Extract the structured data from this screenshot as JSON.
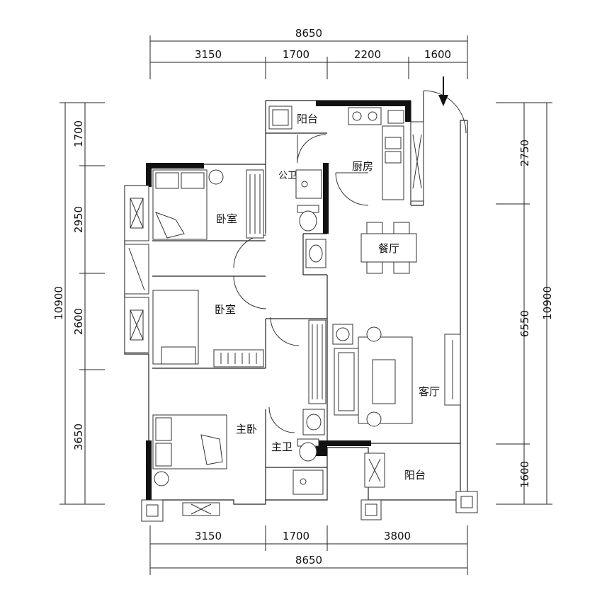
{
  "dimensions": {
    "top_total": "8650",
    "top_segments": [
      "3150",
      "1700",
      "2200",
      "1600"
    ],
    "bottom_segments": [
      "3150",
      "1700",
      "3800"
    ],
    "bottom_total": "8650",
    "left_total": "10900",
    "left_segments": [
      "1700",
      "2950",
      "2600",
      "3650"
    ],
    "right_total": "10900",
    "right_segments": [
      "2750",
      "6550",
      "1600"
    ]
  },
  "rooms": {
    "balcony_top": "阳台",
    "kitchen": "厨房",
    "public_bath": "公卫",
    "bedroom_1": "卧室",
    "dining": "餐厅",
    "bedroom_2": "卧室",
    "living": "客厅",
    "master_bedroom": "主卧",
    "master_bath": "主卫",
    "balcony_bottom": "阳台"
  },
  "icons": [
    "entry-arrow-icon",
    "toilet-icon",
    "washbasin-icon",
    "stove-icon",
    "sink-icon",
    "bed-icon",
    "sofa-icon",
    "dining-table-icon",
    "wardrobe-icon",
    "door-swing-icon",
    "window-icon",
    "air-conditioner-icon"
  ]
}
